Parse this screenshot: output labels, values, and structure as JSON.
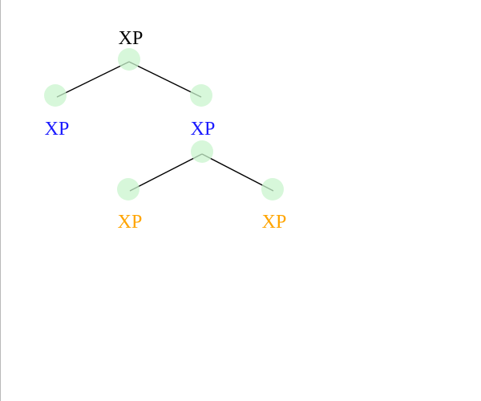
{
  "tree": {
    "colors": {
      "root": "#000000",
      "level1": "#1a1aff",
      "level2": "#ffa500",
      "handle": "#c9f4cd",
      "edge": "#000000"
    },
    "nodes": {
      "root": {
        "label": "XP"
      },
      "left": {
        "label": "XP"
      },
      "right": {
        "label": "XP"
      },
      "right_left": {
        "label": "XP"
      },
      "right_right": {
        "label": "XP"
      }
    }
  }
}
